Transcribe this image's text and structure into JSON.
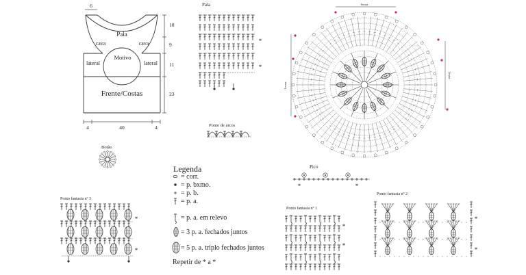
{
  "colors": {
    "ink": "#333333",
    "mark": "#d0284a"
  },
  "garment": {
    "labels": {
      "pala": "Pala",
      "cava_left": "cava",
      "cava_right": "cava",
      "motivo": "Motivo",
      "lateral_left": "lateral",
      "lateral_right": "lateral",
      "body": "Frente/Costas"
    },
    "dims": {
      "top": "6",
      "right": [
        "10",
        "9",
        "11",
        "23"
      ],
      "bottom": [
        "4",
        "40",
        "4"
      ]
    }
  },
  "diagram_titles": {
    "pala": "Pala",
    "ponto_arcos": "Ponto de arcos",
    "botao": "Botão",
    "pico": "Pico",
    "fantasia1": "Ponto fantasia nº 1",
    "fantasia2": "Ponto fantasia nº 2",
    "fantasia3": "Ponto fantasia nº 3",
    "motif_top": "Sousa",
    "motif_left": "Lousa",
    "motif_right": "Lousa"
  },
  "legend": {
    "title": "Legenda",
    "items": [
      {
        "symbol": "corr-icon",
        "text": "= corr."
      },
      {
        "symbol": "bxmo-icon",
        "text": "= p. bxmo."
      },
      {
        "symbol": "pb-icon",
        "text": "= p. b."
      },
      {
        "symbol": "pa-icon",
        "text": "= p. a."
      },
      {
        "symbol": "pa-relevo-icon",
        "text": "= p. a. em relevo"
      },
      {
        "symbol": "three-pa-icon",
        "text": "= 3 p. a. fechados juntos"
      },
      {
        "symbol": "five-pa-icon",
        "text": "= 5 p. a. triplo fechados juntos"
      }
    ],
    "repeat": "Repetir de * a *"
  }
}
